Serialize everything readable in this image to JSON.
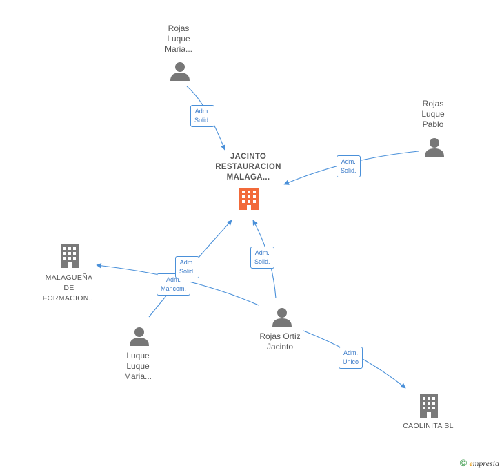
{
  "colors": {
    "edge": "#4a90d9",
    "person": "#777777",
    "company": "#7a7a7a",
    "main_company": "#f26a3a"
  },
  "nodes": {
    "main": {
      "label": "JACINTO\nRESTAURACION\nMALAGA..."
    },
    "rojas_maria": {
      "label": "Rojas\nLuque\nMaria..."
    },
    "rojas_pablo": {
      "label": "Rojas\nLuque\nPablo"
    },
    "malaguena": {
      "label": "MALAGUEÑA\nDE\nFORMACION..."
    },
    "luque_maria": {
      "label": "Luque\nLuque\nMaria..."
    },
    "rojas_jacinto": {
      "label": "Rojas Ortiz\nJacinto"
    },
    "caolinita": {
      "label": "CAOLINITA  SL"
    }
  },
  "edges": {
    "e1": {
      "label": "Adm.\nSolid."
    },
    "e2": {
      "label": "Adm.\nSolid."
    },
    "e3": {
      "label": "Adm.\nSolid."
    },
    "e4": {
      "label": "Adm.\nSolid."
    },
    "e5": {
      "label": "Adm.\nMancom."
    },
    "e6": {
      "label": "Adm.\nUnico"
    }
  },
  "footer": {
    "copyright": "©",
    "brand_e": "e",
    "brand_rest": "mpresia"
  }
}
